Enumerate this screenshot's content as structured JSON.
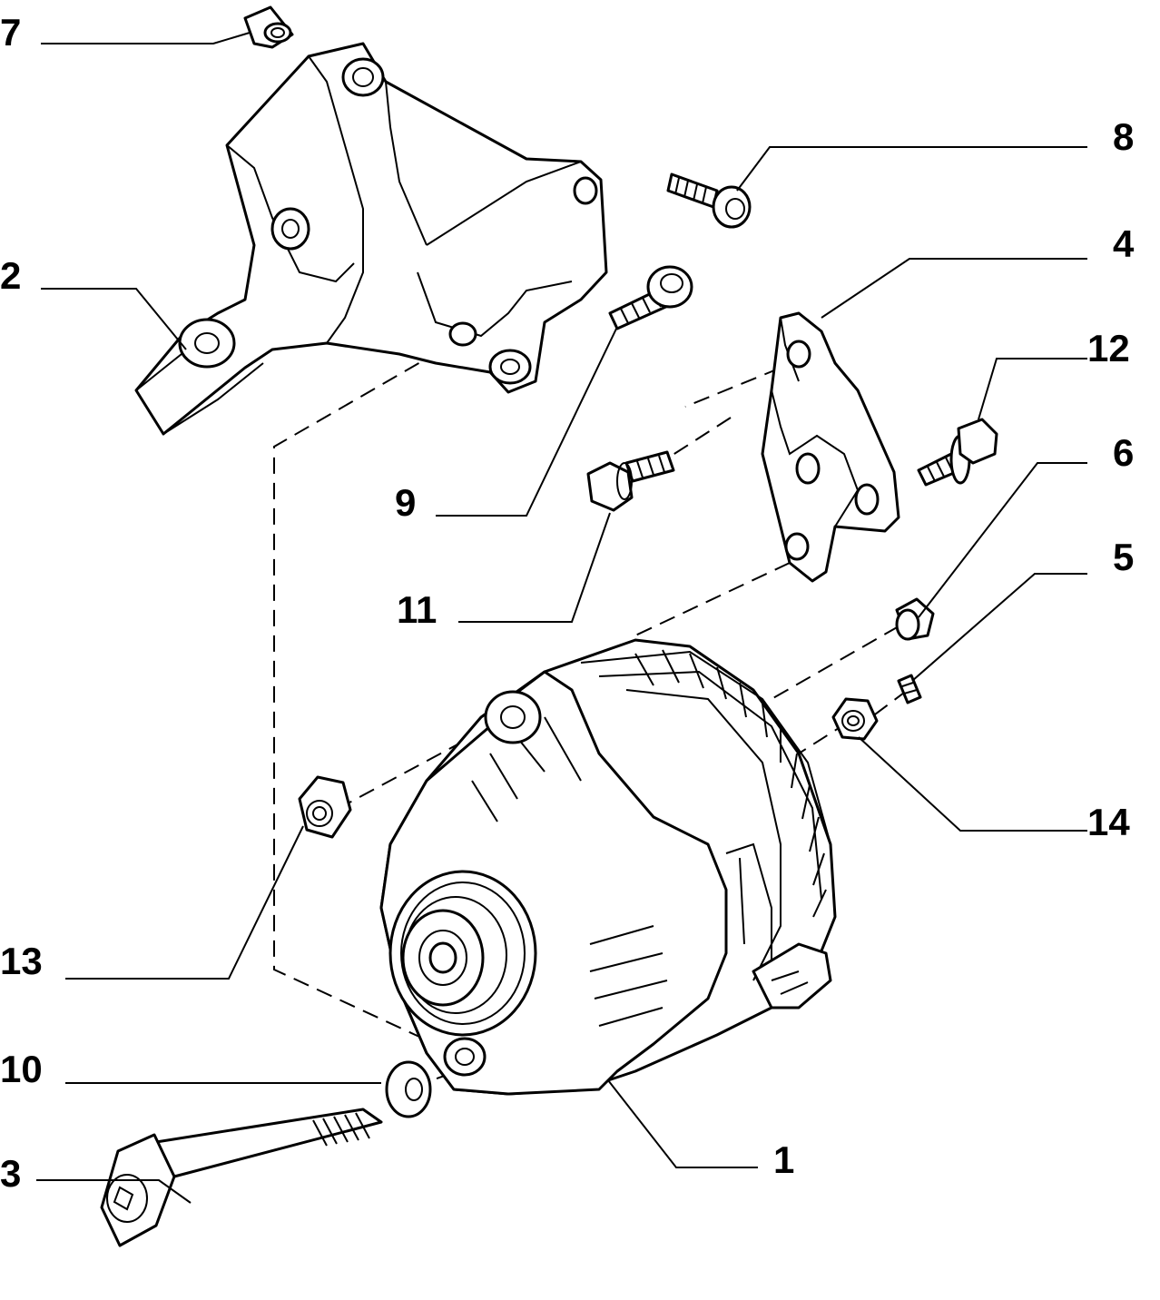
{
  "callouts": {
    "c1": "1",
    "c2": "2",
    "c3": "3",
    "c4": "4",
    "c5": "5",
    "c6": "6",
    "c7": "7",
    "c8": "8",
    "c9": "9",
    "c10": "10",
    "c11": "11",
    "c12": "12",
    "c13": "13",
    "c14": "14"
  },
  "parts": {
    "p1": "alternator",
    "p2": "mounting-bracket",
    "p3": "long-bolt",
    "p4": "bracket-plate",
    "p5": "spring-clip",
    "p6": "bushing",
    "p7": "spacer-sleeve",
    "p8": "socket-head-screw",
    "p9": "socket-head-screw",
    "p10": "washer",
    "p11": "flanged-bolt",
    "p12": "bolt-with-washer",
    "p13": "nut",
    "p14": "nut"
  },
  "colors": {
    "line": "#000000",
    "background": "#ffffff"
  }
}
